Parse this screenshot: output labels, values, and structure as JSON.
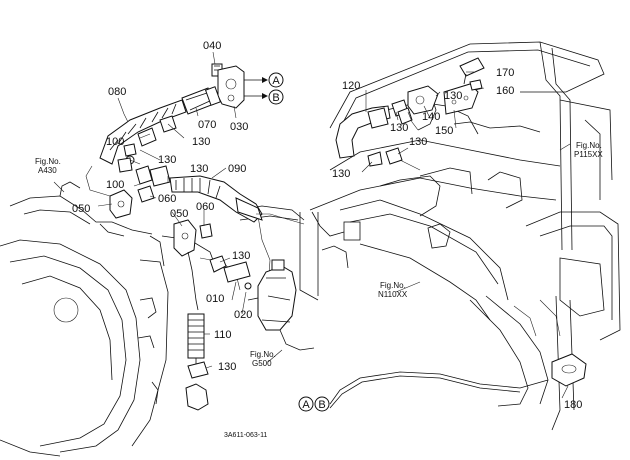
{
  "callouts": [
    {
      "id": "c040",
      "text": "040"
    },
    {
      "id": "c080",
      "text": "080"
    },
    {
      "id": "c070",
      "text": "070"
    },
    {
      "id": "c030",
      "text": "030"
    },
    {
      "id": "c100a",
      "text": "100"
    },
    {
      "id": "c130a",
      "text": "130"
    },
    {
      "id": "c130b",
      "text": "130"
    },
    {
      "id": "c130c",
      "text": "130"
    },
    {
      "id": "c090",
      "text": "090"
    },
    {
      "id": "c100b",
      "text": "100"
    },
    {
      "id": "c060a",
      "text": "060"
    },
    {
      "id": "c050a",
      "text": "050"
    },
    {
      "id": "c050b",
      "text": "050"
    },
    {
      "id": "c060b",
      "text": "060"
    },
    {
      "id": "c130d",
      "text": "130"
    },
    {
      "id": "c010",
      "text": "010"
    },
    {
      "id": "c020",
      "text": "020"
    },
    {
      "id": "c110",
      "text": "110"
    },
    {
      "id": "c130e",
      "text": "130"
    },
    {
      "id": "c120",
      "text": "120"
    },
    {
      "id": "c170",
      "text": "170"
    },
    {
      "id": "c160",
      "text": "160"
    },
    {
      "id": "c130f",
      "text": "130"
    },
    {
      "id": "c140",
      "text": "140"
    },
    {
      "id": "c130g",
      "text": "130"
    },
    {
      "id": "c150",
      "text": "150"
    },
    {
      "id": "c130h",
      "text": "130"
    },
    {
      "id": "c130i",
      "text": "130"
    },
    {
      "id": "c180",
      "text": "180"
    }
  ],
  "figure_refs": [
    {
      "id": "a430",
      "line1": "Fig.No.",
      "line2": "A430"
    },
    {
      "id": "p115",
      "line1": "Fig.No.",
      "line2": "P115XX"
    },
    {
      "id": "n110",
      "line1": "Fig.No.",
      "line2": "N110XX"
    },
    {
      "id": "g500",
      "line1": "Fig.No.",
      "line2": "G500"
    }
  ],
  "connectors": {
    "a": "A",
    "b": "B"
  },
  "drawing_code": "3A611-063-11"
}
